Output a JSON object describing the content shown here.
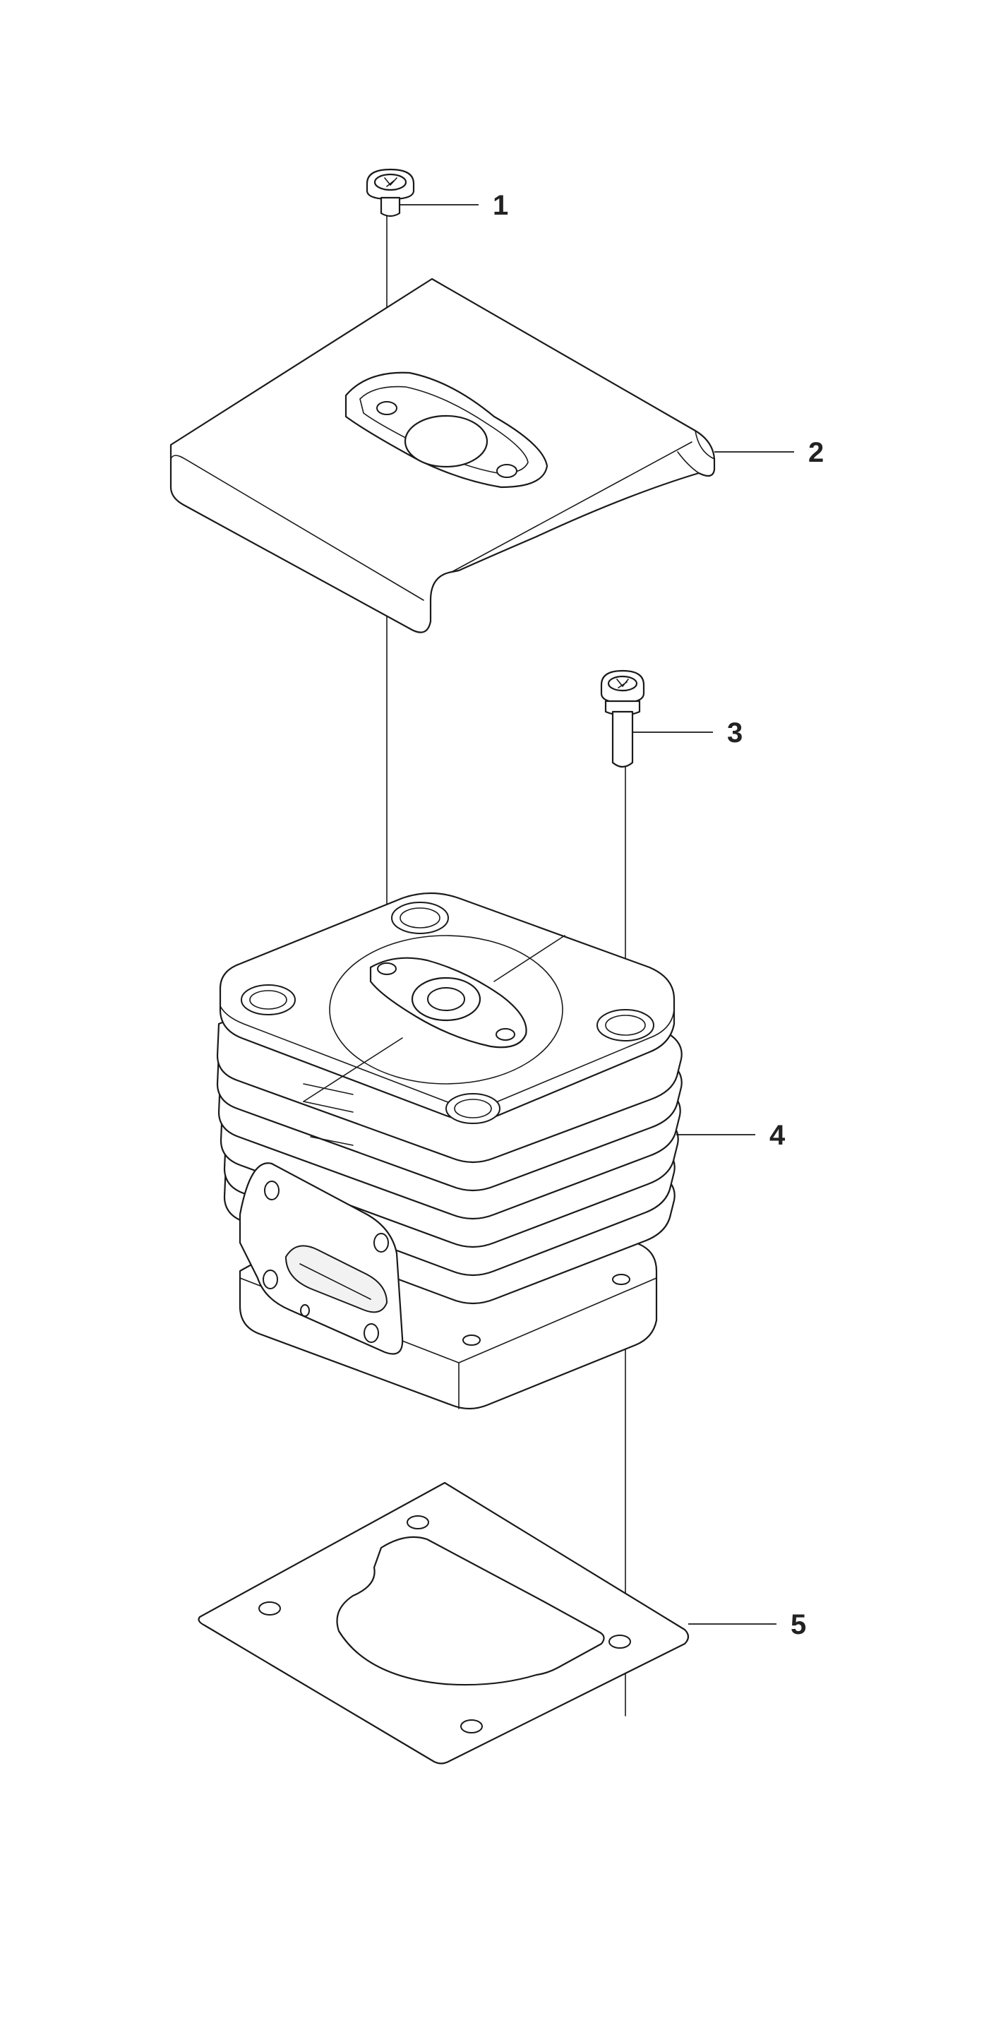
{
  "callouts": [
    {
      "id": "1",
      "label": "1"
    },
    {
      "id": "2",
      "label": "2"
    },
    {
      "id": "3",
      "label": "3"
    },
    {
      "id": "4",
      "label": "4"
    },
    {
      "id": "5",
      "label": "5"
    }
  ],
  "colors": {
    "line": "#1a1a1a",
    "label": "#222222",
    "background": "#ffffff"
  }
}
